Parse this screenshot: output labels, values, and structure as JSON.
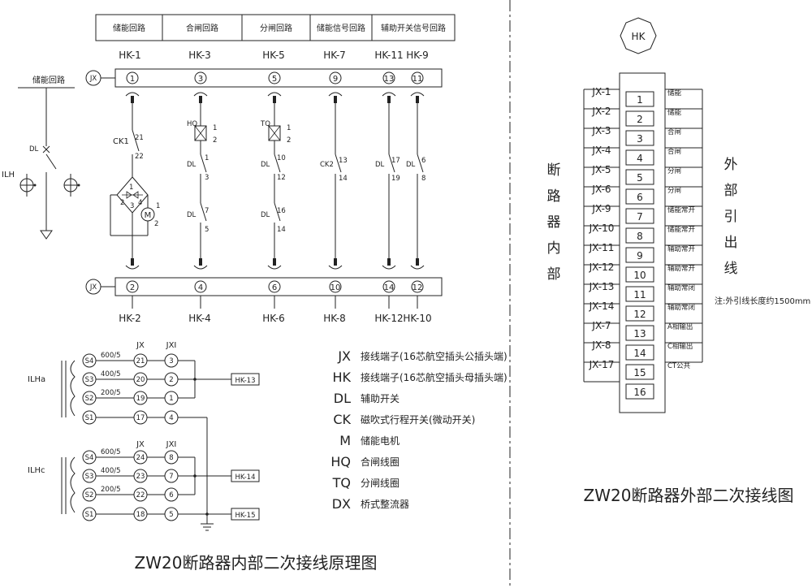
{
  "header_cells": [
    "储能回路",
    "合闸回路",
    "分闸回路",
    "储能信号回路",
    "辅助开关信号回路"
  ],
  "hk_top": [
    "HK-1",
    "HK-3",
    "HK-5",
    "HK-7",
    "HK-11",
    "HK-9"
  ],
  "hk_bottom": [
    "HK-2",
    "HK-4",
    "HK-6",
    "HK-8",
    "HK-12",
    "HK-10"
  ],
  "jx_top_nums": [
    "1",
    "3",
    "5",
    "9",
    "13",
    "11"
  ],
  "jx_bottom_nums": [
    "2",
    "4",
    "6",
    "10",
    "14",
    "12"
  ],
  "jx_label": "JX",
  "storage_circuit_label": "储能回路",
  "dl_label": "DL",
  "ilh_label": "ILH",
  "ck1": {
    "name": "CK1",
    "top": "21",
    "bottom": "22"
  },
  "motor": {
    "symbol": "M",
    "t1": "1",
    "t2": "2"
  },
  "bridge": {
    "n1": "1",
    "n2": "2",
    "n3": "3",
    "n4": "4"
  },
  "hq": {
    "name": "HQ",
    "t1": "1",
    "t2": "2"
  },
  "tq": {
    "name": "TQ",
    "t1": "1",
    "t2": "2"
  },
  "col2_contacts": [
    {
      "name": "DL",
      "top": "1",
      "bottom": "3"
    },
    {
      "name": "DL",
      "top": "7",
      "bottom": "5"
    }
  ],
  "col3_contacts": [
    {
      "name": "DL",
      "top": "10",
      "bottom": "12"
    },
    {
      "name": "DL",
      "top": "16",
      "bottom": "14"
    }
  ],
  "ck2": {
    "name": "CK2",
    "top": "13",
    "bottom": "14"
  },
  "col5_contact": {
    "name": "DL",
    "top": "17",
    "bottom": "19"
  },
  "col6_contact": {
    "name": "DL",
    "top": "6",
    "bottom": "8"
  },
  "ct_col_jx": "JX",
  "ct_col_jxi": "JXI",
  "ct_a": {
    "name": "ILHa",
    "taps": [
      "S4",
      "S3",
      "S2",
      "S1"
    ],
    "ratios": [
      "600/5",
      "400/5",
      "200/5"
    ],
    "jx": [
      "21",
      "20",
      "19",
      "17"
    ],
    "jxi": [
      "3",
      "2",
      "1",
      "4"
    ],
    "out": "HK-13"
  },
  "ct_c": {
    "name": "ILHc",
    "taps": [
      "S4",
      "S3",
      "S2",
      "S1"
    ],
    "ratios": [
      "600/5",
      "400/5",
      "200/5"
    ],
    "jx": [
      "24",
      "23",
      "22",
      "18"
    ],
    "jxi": [
      "8",
      "7",
      "6",
      "5"
    ],
    "out14": "HK-14",
    "out15": "HK-15"
  },
  "legend": [
    {
      "code": "JX",
      "desc": "接线端子(16芯航空插头公插头端)"
    },
    {
      "code": "HK",
      "desc": "接线端子(16芯航空插头母插头端)"
    },
    {
      "code": "DL",
      "desc": "辅助开关"
    },
    {
      "code": "CK",
      "desc": "磁吹式行程开关(微动开关)"
    },
    {
      "code": "M",
      "desc": "储能电机"
    },
    {
      "code": "HQ",
      "desc": "合闸线圈"
    },
    {
      "code": "TQ",
      "desc": "分闸线圈"
    },
    {
      "code": "DX",
      "desc": "桥式整流器"
    }
  ],
  "internal_title": "ZW20断路器内部二次接线原理图",
  "hk_badge": "HK",
  "ext_left_wires": [
    "JX-1",
    "JX-2",
    "JX-3",
    "JX-4",
    "JX-5",
    "JX-6",
    "JX-9",
    "JX-10",
    "JX-11",
    "JX-12",
    "JX-13",
    "JX-14",
    "JX-7",
    "JX-8",
    "JX-17",
    "",
    ""
  ],
  "ext_pins": [
    "1",
    "2",
    "3",
    "4",
    "5",
    "6",
    "7",
    "8",
    "9",
    "10",
    "11",
    "12",
    "13",
    "14",
    "15",
    "16"
  ],
  "ext_right_labels": [
    "储能",
    "储能",
    "合闸",
    "合闸",
    "分闸",
    "分闸",
    "储能常开",
    "储能常开",
    "辅助常开",
    "辅助常开",
    "辅助常闭",
    "辅助常闭",
    "A相输出",
    "C相输出",
    "CT公共"
  ],
  "ext_inner_chars": [
    "断",
    "路",
    "器",
    "内",
    "部"
  ],
  "ext_outer_chars": [
    "外",
    "部",
    "引",
    "出",
    "线"
  ],
  "ext_note": "注:外引线长度约1500mm",
  "external_title": "ZW20断路器外部二次接线图"
}
